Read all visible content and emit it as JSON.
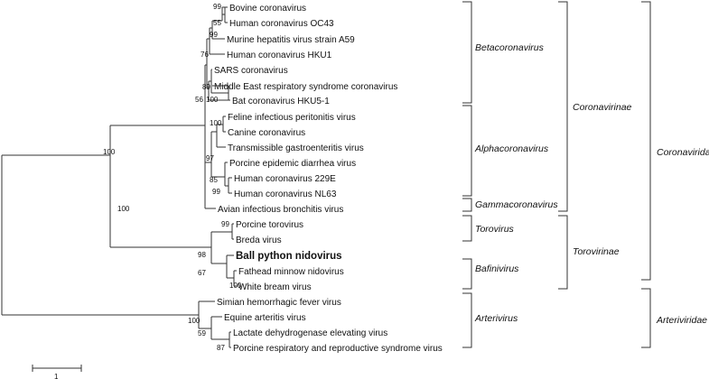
{
  "taxa": [
    "Bovine coronavirus",
    "Human coronavirus OC43",
    "Murine hepatitis virus strain A59",
    "Human coronavirus HKU1",
    "SARS coronavirus",
    "Middle East respiratory syndrome coronavirus",
    "Bat coronavirus HKU5-1",
    "Feline infectious peritonitis virus",
    "Canine coronavirus",
    "Transmissible gastroenteritis virus",
    "Porcine epidemic diarrhea virus",
    "Human coronavirus 229E",
    "Human coronavirus NL63",
    "Avian infectious bronchitis virus",
    "Porcine torovirus",
    "Breda virus",
    "Ball python nidovirus",
    "Fathead minnow nidovirus",
    "White bream virus",
    "Simian hemorrhagic fever virus",
    "Equine arteritis virus",
    "Lactate dehydrogenase elevating virus",
    "Porcine respiratory and reproductive syndrome virus"
  ],
  "highlighted_taxon": "Ball python nidovirus",
  "bootstrap_values": [
    "99",
    "55",
    "99",
    "76",
    "89",
    "100",
    "56",
    "100",
    "97",
    "85",
    "99",
    "100",
    "100",
    "99",
    "98",
    "67",
    "100",
    "100",
    "59",
    "87"
  ],
  "genera": [
    "Betacoronavirus",
    "Alphacoronavirus",
    "Gammacoronavirus",
    "Torovirus",
    "Bafinivirus",
    "Arterivirus"
  ],
  "subfamilies": [
    "Coronavirinae",
    "Torovirinae"
  ],
  "families": [
    "Coronaviridae",
    "Arteriviridae"
  ],
  "scale_bar_label": "1"
}
